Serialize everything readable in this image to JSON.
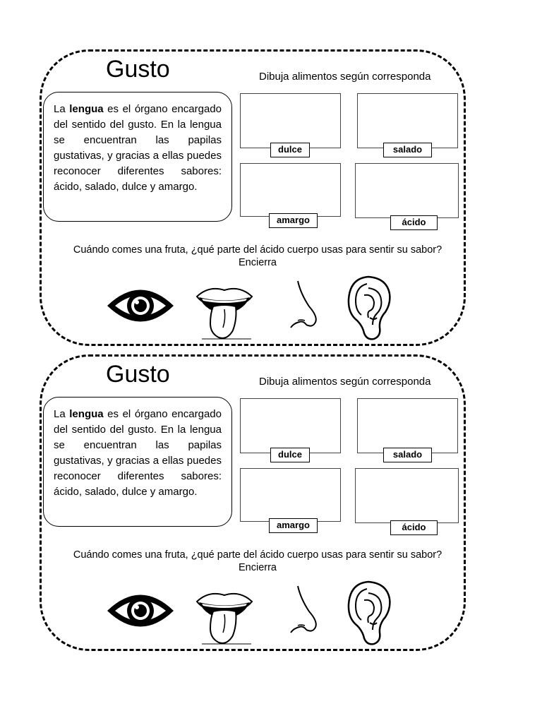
{
  "cards": [
    {
      "title": "Gusto",
      "instruction": "Dibuja alimentos según corresponda",
      "info": {
        "text_start": "La ",
        "bold_word": "lengua",
        "text_rest": " es el órgano encargado del sentido del gusto. En la lengua se encuentran las papilas gustativas, y gracias a ellas puedes reconocer diferentes sabores: ácido, salado, dulce y amargo."
      },
      "flavors": [
        "dulce",
        "salado",
        "amargo",
        "ácido"
      ],
      "question": "Cuándo comes una fruta, ¿qué parte del ácido cuerpo usas para sentir su sabor?",
      "question_action": "Encierra",
      "icons": [
        "eye-icon",
        "mouth-tongue-icon",
        "nose-icon",
        "ear-icon"
      ]
    },
    {
      "title": "Gusto",
      "instruction": "Dibuja alimentos según corresponda",
      "info": {
        "text_start": "La ",
        "bold_word": "lengua",
        "text_rest": " es el órgano encargado del sentido del gusto. En la lengua se encuentran las papilas gustativas, y gracias a ellas puedes reconocer diferentes sabores: ácido, salado, dulce y amargo."
      },
      "flavors": [
        "dulce",
        "salado",
        "amargo",
        "ácido"
      ],
      "question": "Cuándo comes una fruta, ¿qué parte del ácido cuerpo usas para sentir su sabor?",
      "question_action": "Encierra",
      "icons": [
        "eye-icon",
        "mouth-tongue-icon",
        "nose-icon",
        "ear-icon"
      ]
    }
  ]
}
